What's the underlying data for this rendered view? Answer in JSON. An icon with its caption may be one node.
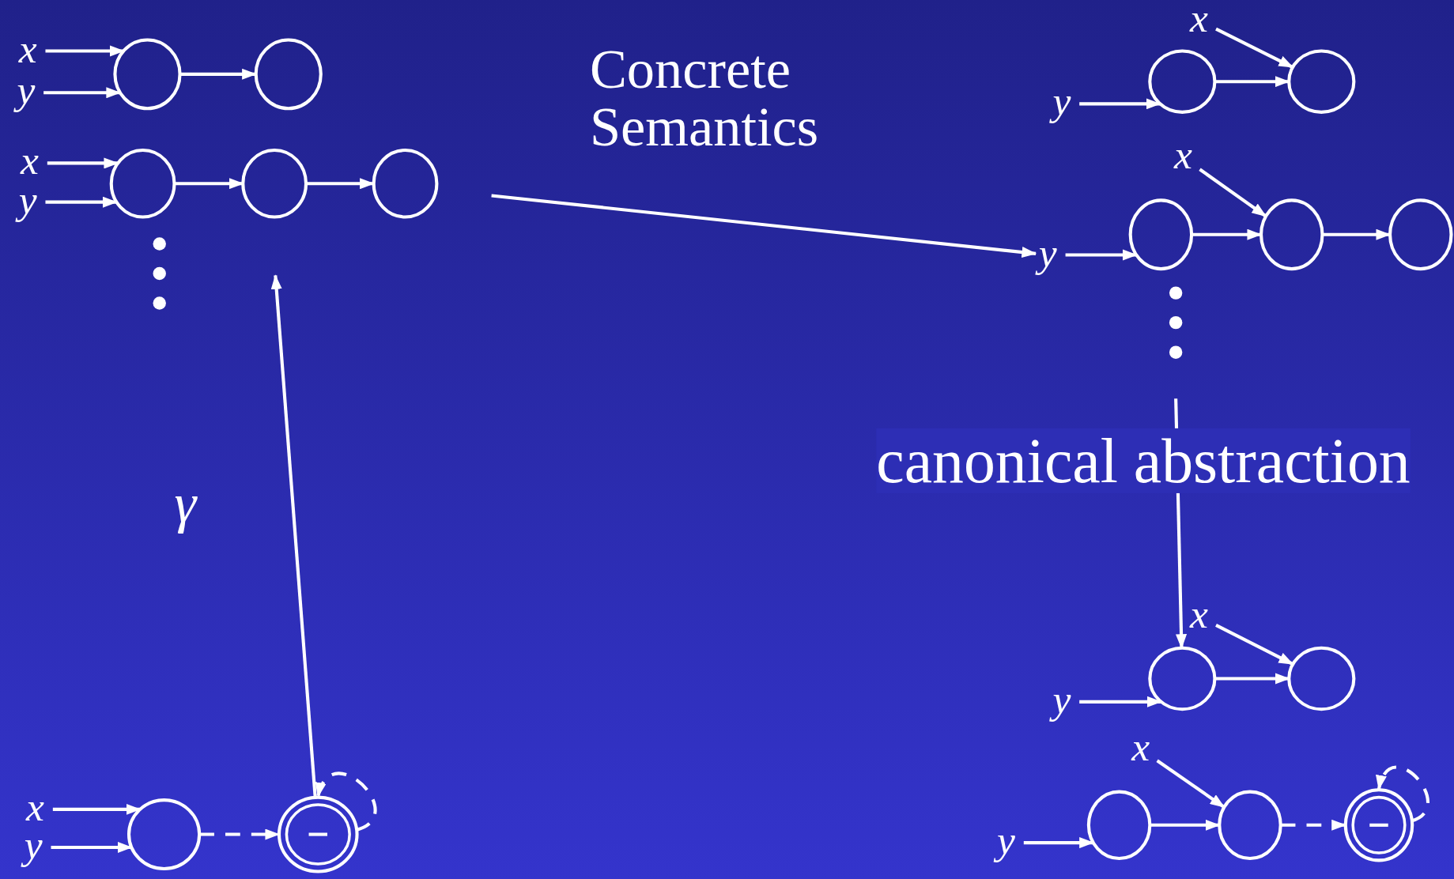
{
  "diagram": {
    "nodes": [
      {
        "text": [
          "x"
        ]
      },
      {
        "text": [
          "y"
        ]
      },
      {
        "text": [],
        "shape": "circle"
      },
      {
        "text": [],
        "shape": "circle"
      },
      {
        "text": [
          "x"
        ]
      },
      {
        "text": [
          "y"
        ]
      },
      {
        "text": [],
        "shape": "circle"
      },
      {
        "text": [],
        "shape": "circle"
      },
      {
        "text": [],
        "shape": "circle"
      },
      {
        "text": [
          "x"
        ]
      },
      {
        "text": [
          "y"
        ]
      },
      {
        "text": [],
        "shape": "circle"
      },
      {
        "text": [],
        "shape": "circle"
      },
      {
        "text": [
          "x"
        ]
      },
      {
        "text": [
          "y"
        ]
      },
      {
        "text": [],
        "shape": "circle"
      },
      {
        "text": [],
        "shape": "circle"
      },
      {
        "text": [],
        "shape": "circle"
      },
      {
        "text": [
          "x"
        ]
      },
      {
        "text": [
          "y"
        ]
      },
      {
        "text": [],
        "shape": "circle"
      },
      {
        "text": [],
        "shape": "circle"
      },
      {
        "text": [
          "x"
        ]
      },
      {
        "text": [
          "y"
        ]
      },
      {
        "text": [],
        "shape": "circle"
      },
      {
        "text": [],
        "shape": "circle"
      },
      {
        "text": [],
        "shape": "circle"
      },
      {
        "text": [
          "x"
        ]
      },
      {
        "text": [
          "y"
        ]
      },
      {
        "text": [],
        "shape": "circle"
      },
      {
        "text": [],
        "shape": "circle"
      }
    ],
    "edges": [
      {
        "from": 0,
        "to": 2,
        "arrow": "to"
      },
      {
        "from": 1,
        "to": 2,
        "arrow": "to"
      },
      {
        "from": 2,
        "to": 3,
        "arrow": "to"
      },
      {
        "from": 4,
        "to": 6,
        "arrow": "to"
      },
      {
        "from": 5,
        "to": 6,
        "arrow": "to"
      },
      {
        "from": 6,
        "to": 7,
        "arrow": "to"
      },
      {
        "from": 7,
        "to": 8,
        "arrow": "to"
      },
      {
        "from": 9,
        "to": 12,
        "arrow": "to"
      },
      {
        "from": 10,
        "to": 11,
        "arrow": "to"
      },
      {
        "from": 11,
        "to": 12,
        "arrow": "to"
      },
      {
        "from": 13,
        "to": 16,
        "arrow": "to"
      },
      {
        "from": 14,
        "to": 15,
        "arrow": "to"
      },
      {
        "from": 15,
        "to": 16,
        "arrow": "to"
      },
      {
        "from": 16,
        "to": 17,
        "arrow": "to"
      },
      {
        "from": 18,
        "to": 21,
        "arrow": "to"
      },
      {
        "from": 19,
        "to": 20,
        "arrow": "to"
      },
      {
        "from": 20,
        "to": 21,
        "arrow": "to"
      },
      {
        "from": 22,
        "to": 25,
        "arrow": "to"
      },
      {
        "from": 23,
        "to": 24,
        "arrow": "to"
      },
      {
        "from": 24,
        "to": 25,
        "arrow": "to"
      },
      {
        "from": 25,
        "to": 26,
        "arrow": "to",
        "style": "dashed"
      },
      {
        "from": 26,
        "to": 26,
        "arrow": "to",
        "style": "dashed"
      },
      {
        "from": 27,
        "to": 29,
        "arrow": "to"
      },
      {
        "from": 28,
        "to": 29,
        "arrow": "to"
      },
      {
        "from": 29,
        "to": 30,
        "arrow": "to",
        "style": "dashed"
      },
      {
        "from": 30,
        "to": 30,
        "arrow": "to",
        "style": "dashed"
      },
      {
        "from": null,
        "to": 14,
        "arrow": "to",
        "label": "Concrete Semantics"
      },
      {
        "from": null,
        "to": 20,
        "arrow": "to",
        "label": "canonical abstraction"
      },
      {
        "from": 30,
        "to": null,
        "arrow": "to",
        "label": "γ"
      }
    ]
  }
}
